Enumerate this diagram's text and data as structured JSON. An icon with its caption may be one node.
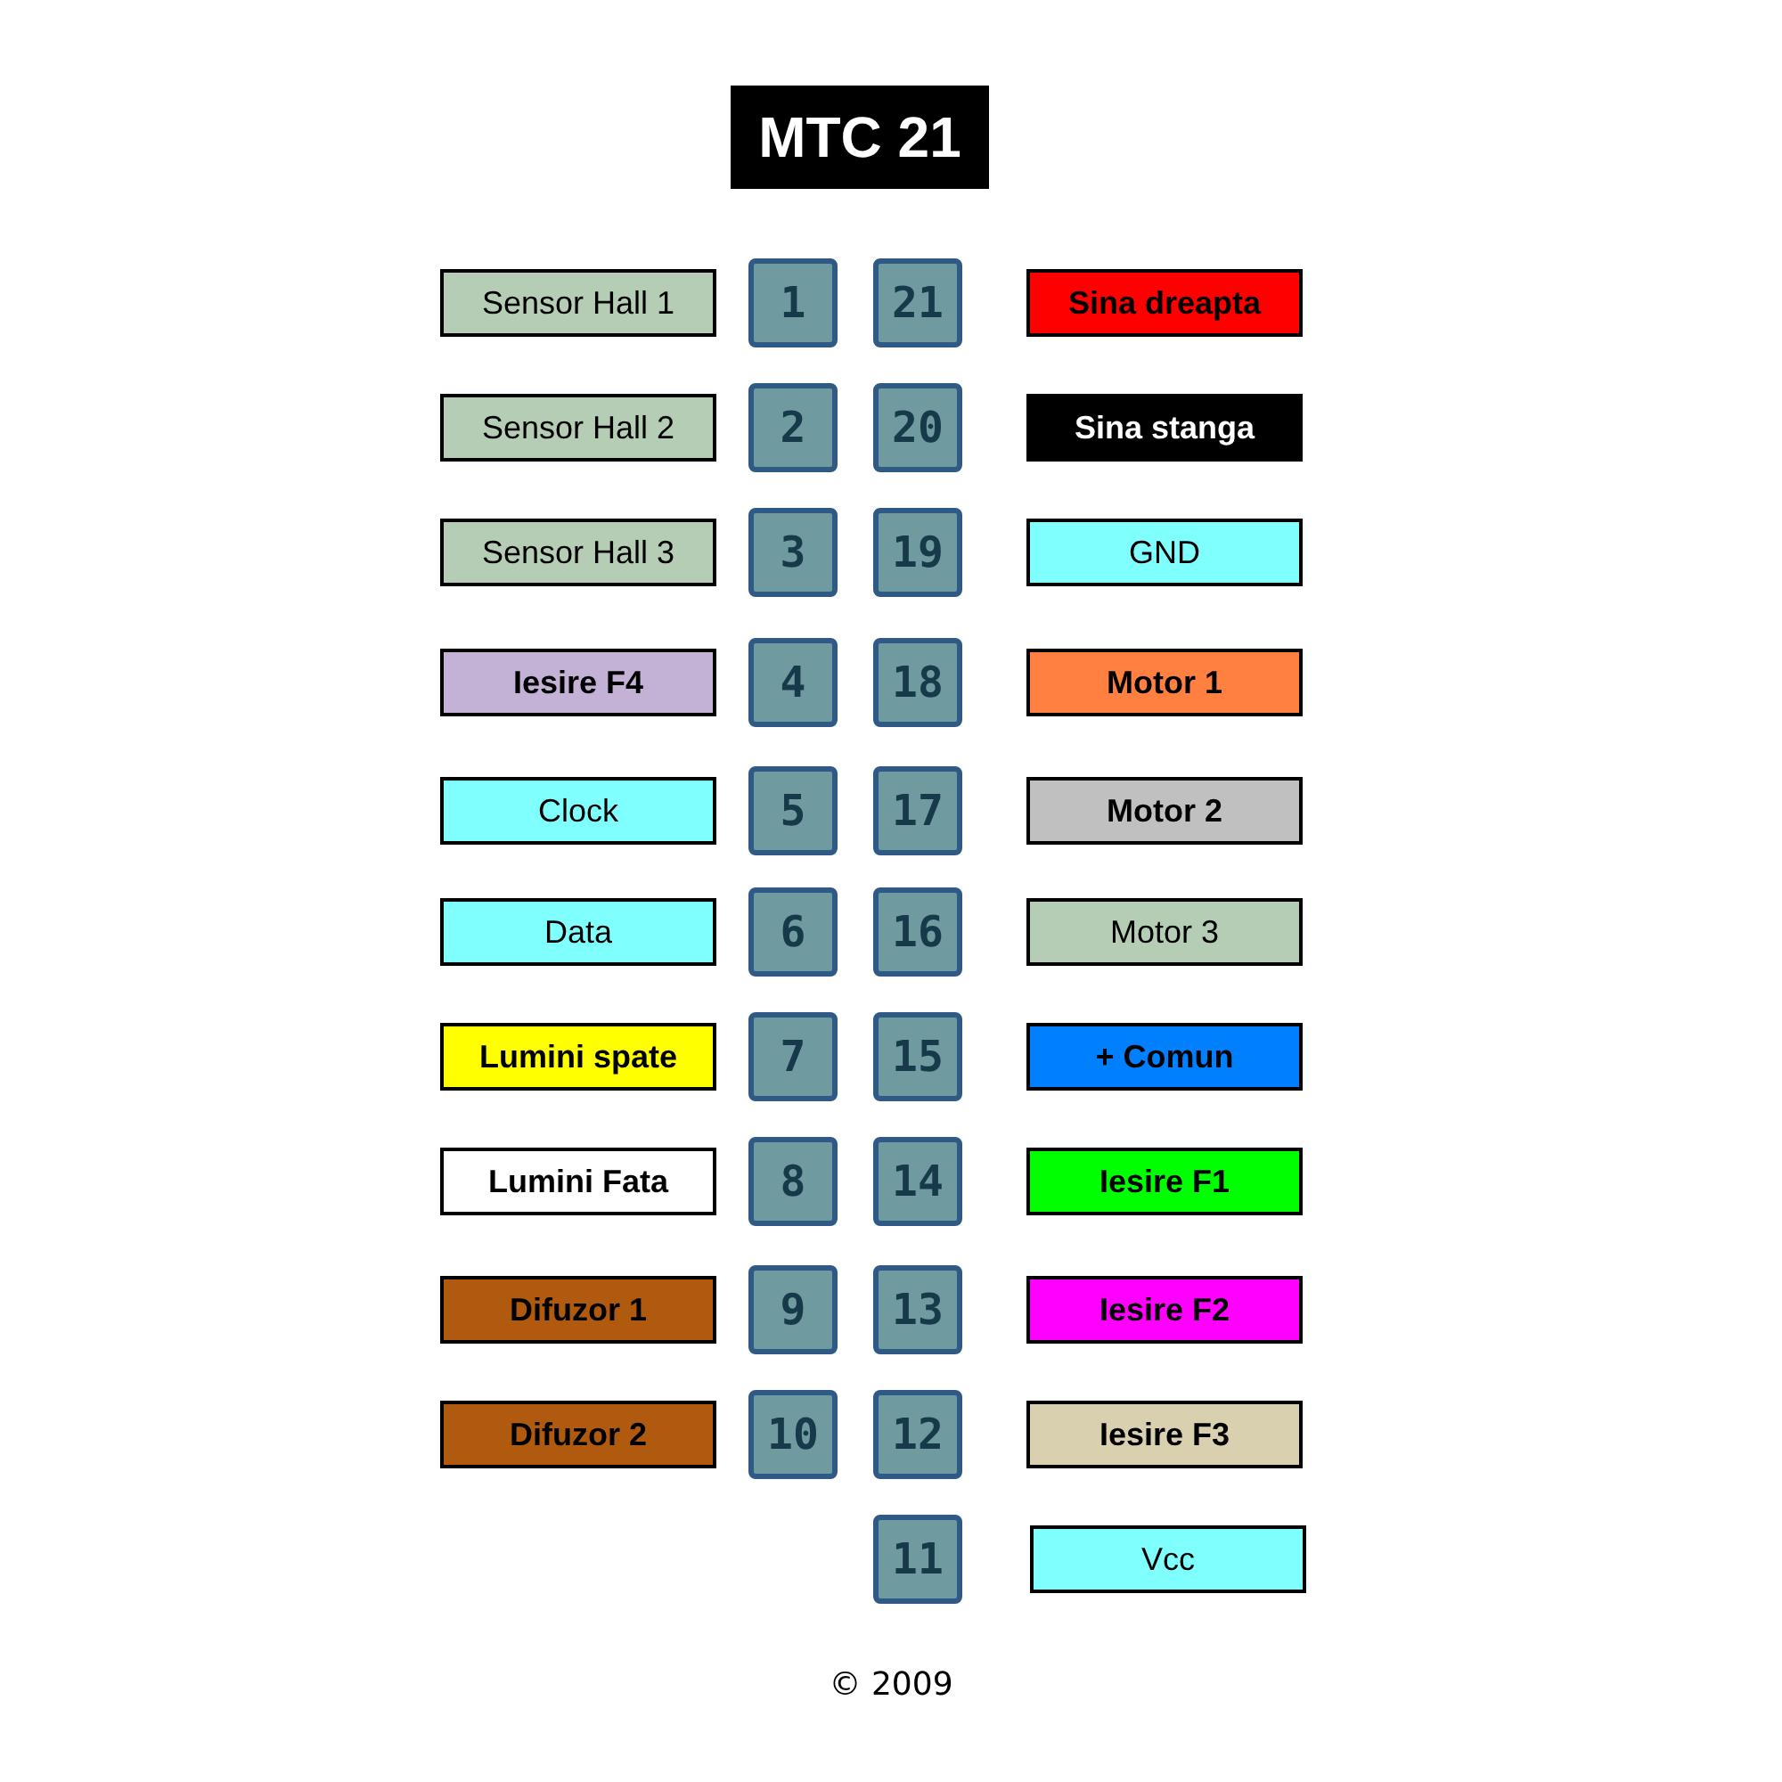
{
  "diagram": {
    "title": "MTC 21",
    "caption": "© 2009",
    "nodes": [
      {
        "text": [
          "Sensor Hall 1"
        ]
      },
      {
        "text": [
          "1"
        ]
      },
      {
        "text": [
          "21"
        ]
      },
      {
        "text": [
          "Sina dreapta"
        ]
      },
      {
        "text": [
          "Sensor Hall 2"
        ]
      },
      {
        "text": [
          "2"
        ]
      },
      {
        "text": [
          "20"
        ]
      },
      {
        "text": [
          "Sina stanga"
        ]
      },
      {
        "text": [
          "Sensor Hall 3"
        ]
      },
      {
        "text": [
          "3"
        ]
      },
      {
        "text": [
          "19"
        ]
      },
      {
        "text": [
          "GND"
        ]
      },
      {
        "text": [
          "Iesire F4"
        ]
      },
      {
        "text": [
          "4"
        ]
      },
      {
        "text": [
          "18"
        ]
      },
      {
        "text": [
          "Motor 1"
        ]
      },
      {
        "text": [
          "Clock"
        ]
      },
      {
        "text": [
          "5"
        ]
      },
      {
        "text": [
          "17"
        ]
      },
      {
        "text": [
          "Motor 2"
        ]
      },
      {
        "text": [
          "Data"
        ]
      },
      {
        "text": [
          "6"
        ]
      },
      {
        "text": [
          "16"
        ]
      },
      {
        "text": [
          "Motor 3"
        ]
      },
      {
        "text": [
          "Lumini spate"
        ]
      },
      {
        "text": [
          "7"
        ]
      },
      {
        "text": [
          "15"
        ]
      },
      {
        "text": [
          "+ Comun"
        ]
      },
      {
        "text": [
          "Lumini Fata"
        ]
      },
      {
        "text": [
          "8"
        ]
      },
      {
        "text": [
          "14"
        ]
      },
      {
        "text": [
          "Iesire F1"
        ]
      },
      {
        "text": [
          "Difuzor 1"
        ]
      },
      {
        "text": [
          "9"
        ]
      },
      {
        "text": [
          "13"
        ]
      },
      {
        "text": [
          "Iesire F2"
        ]
      },
      {
        "text": [
          "Difuzor 2"
        ]
      },
      {
        "text": [
          "10"
        ]
      },
      {
        "text": [
          "12"
        ]
      },
      {
        "text": [
          "Iesire F3"
        ]
      },
      {
        "text": [
          "11"
        ]
      },
      {
        "text": [
          "Vcc"
        ]
      }
    ],
    "edges": []
  }
}
